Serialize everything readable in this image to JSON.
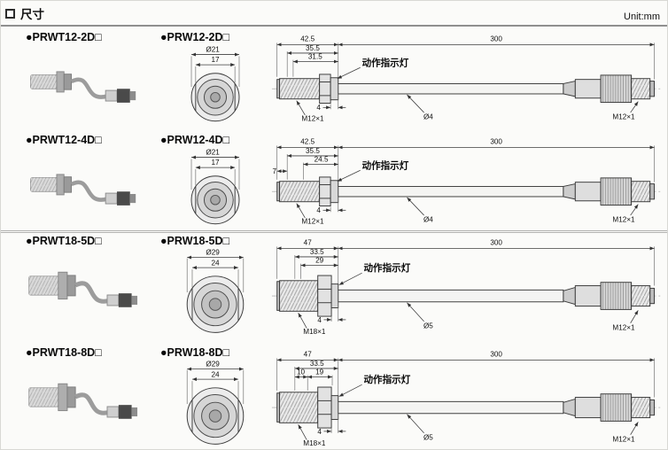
{
  "page": {
    "title": "尺寸",
    "unit": "Unit:mm"
  },
  "rows": [
    {
      "left_label": "●PRWT12-2D□",
      "mid_label": "●PRW12-2D□",
      "front": {
        "dia": "Ø21",
        "flats": "17"
      },
      "side": {
        "d1": "42.5",
        "d2": "35.5",
        "d3": "31.5",
        "cable": "300",
        "indicator": "动作指示灯",
        "thread": "M12×1",
        "thread_len": "4",
        "cable_dia": "Ø4",
        "conn": "M12×1"
      }
    },
    {
      "left_label": "●PRWT12-4D□",
      "mid_label": "●PRW12-4D□",
      "front": {
        "dia": "Ø21",
        "flats": "17"
      },
      "side": {
        "d1": "42.5",
        "d2": "35.5",
        "d3": "24.5",
        "d4": "7",
        "cable": "300",
        "indicator": "动作指示灯",
        "thread": "M12×1",
        "thread_len": "4",
        "cable_dia": "Ø4",
        "conn": "M12×1"
      }
    },
    {
      "left_label": "●PRWT18-5D□",
      "mid_label": "●PRW18-5D□",
      "front": {
        "dia": "Ø29",
        "flats": "24"
      },
      "side": {
        "d1": "47",
        "d2": "33.5",
        "d3": "29",
        "cable": "300",
        "indicator": "动作指示灯",
        "thread": "M18×1",
        "thread_len": "4",
        "cable_dia": "Ø5",
        "conn": "M12×1"
      }
    },
    {
      "left_label": "●PRWT18-8D□",
      "mid_label": "●PRW18-8D□",
      "front": {
        "dia": "Ø29",
        "flats": "24"
      },
      "side": {
        "d1": "47",
        "d2": "33.5",
        "d3": "10",
        "d4": "19",
        "cable": "300",
        "indicator": "动作指示灯",
        "thread": "M18×1",
        "thread_len": "4",
        "cable_dia": "Ø5",
        "conn": "M12×1"
      }
    }
  ]
}
